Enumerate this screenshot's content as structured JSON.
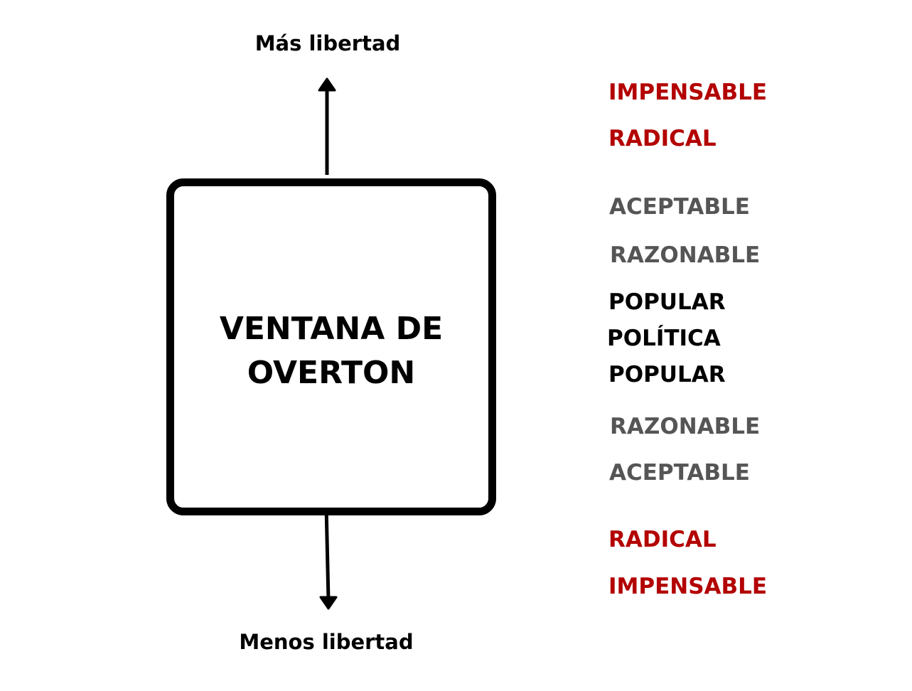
{
  "diagram": {
    "title": "VENTANA DE OVERTON",
    "title_lines": [
      "VENTANA DE",
      "OVERTON"
    ],
    "top_label": "Más libertad",
    "bottom_label": "Menos libertad",
    "colors": {
      "extreme": "#b30000",
      "moderate": "#555555",
      "central": "#000000"
    },
    "levels": [
      {
        "label": "IMPENSABLE",
        "tier": "extreme"
      },
      {
        "label": "RADICAL",
        "tier": "extreme"
      },
      {
        "label": "ACEPTABLE",
        "tier": "moderate"
      },
      {
        "label": "RAZONABLE",
        "tier": "moderate"
      },
      {
        "label": "POPULAR",
        "tier": "central"
      },
      {
        "label": "POLÍTICA",
        "tier": "central"
      },
      {
        "label": "POPULAR",
        "tier": "central"
      },
      {
        "label": "RAZONABLE",
        "tier": "moderate"
      },
      {
        "label": "ACEPTABLE",
        "tier": "moderate"
      },
      {
        "label": "RADICAL",
        "tier": "extreme"
      },
      {
        "label": "IMPENSABLE",
        "tier": "extreme"
      }
    ]
  }
}
